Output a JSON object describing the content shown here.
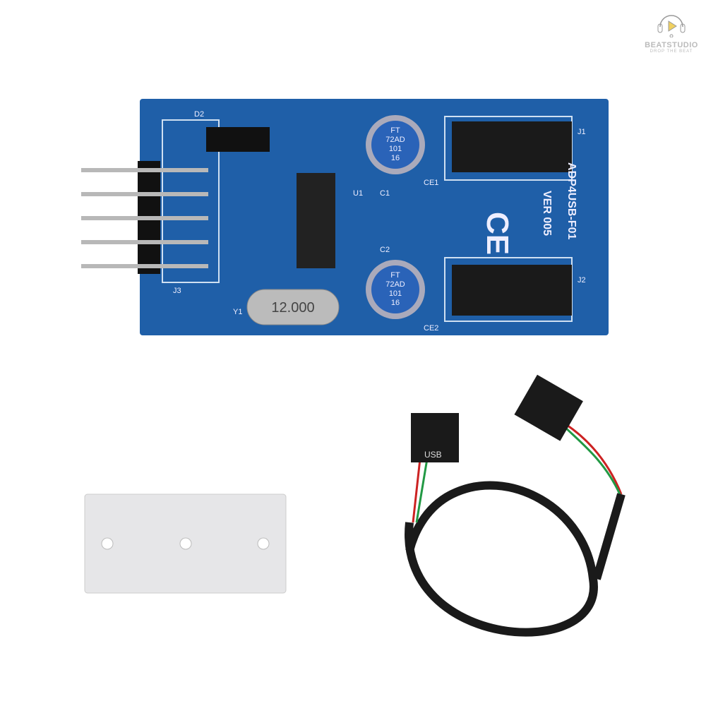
{
  "logo": {
    "brand": "BEATSTUDIO",
    "tagline": "DROP THE BEAT"
  },
  "board": {
    "model": "ADP4USB-F01",
    "version": "VER 005",
    "crystal": "12.000",
    "cap_marking": [
      "FT",
      "72AD",
      "101",
      "16"
    ],
    "labels": [
      "J1",
      "J2",
      "J3",
      "U1",
      "CE1",
      "CE2",
      "C1",
      "C2",
      "Y1",
      "D2"
    ],
    "color": "#1f5fa8"
  },
  "cable": {
    "connector_label": "USB"
  }
}
